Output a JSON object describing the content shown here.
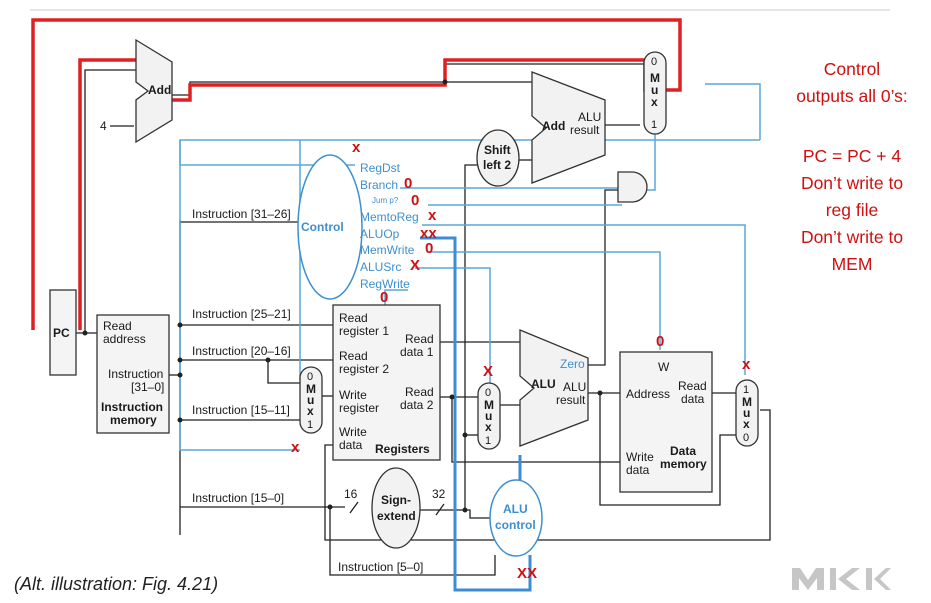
{
  "components": {
    "pc": "PC",
    "add_top": "Add",
    "const_four": "4",
    "instruction_memory": {
      "read_address": [
        "Read",
        "address"
      ],
      "instruction": [
        "Instruction",
        "[31–0]"
      ],
      "name": [
        "Instruction",
        "memory"
      ]
    },
    "control": "Control",
    "shift_left": [
      "Shift",
      "left 2"
    ],
    "add_branch": "Add",
    "add_branch_result": [
      "ALU",
      "result"
    ],
    "registers": {
      "read_reg1": [
        "Read",
        "register 1"
      ],
      "read_reg2": [
        "Read",
        "register 2"
      ],
      "write_reg": [
        "Write",
        "register"
      ],
      "write_data": [
        "Write",
        "data"
      ],
      "read_data1": [
        "Read",
        "data 1"
      ],
      "read_data2": [
        "Read",
        "data 2"
      ],
      "name": "Registers"
    },
    "alu": "ALU",
    "alu_result": [
      "ALU",
      "result"
    ],
    "zero": "Zero",
    "data_memory": {
      "address": "Address",
      "read_data": [
        "Read",
        "data"
      ],
      "write_data": [
        "Write",
        "data"
      ],
      "name": [
        "Data",
        "memory"
      ]
    },
    "sign_extend": [
      "Sign-",
      "extend"
    ],
    "bits_16": "16",
    "bits_32": "32",
    "alu_control": [
      "ALU",
      "control"
    ],
    "mux_top": [
      "0",
      "M",
      "u",
      "x",
      "1"
    ],
    "mux_reg": [
      "0",
      "M",
      "u",
      "x",
      "1"
    ],
    "mux_alu": [
      "0",
      "M",
      "u",
      "x",
      "1"
    ],
    "mux_mem": [
      "1",
      "M",
      "u",
      "x",
      "0"
    ]
  },
  "instruction_fields": {
    "f31_26": "Instruction [31–26]",
    "f25_21": "Instruction [25–21]",
    "f20_16": "Instruction [20–16]",
    "f15_11": "Instruction [15–11]",
    "f15_0": "Instruction [15–0]",
    "f5_0": "Instruction [5–0]"
  },
  "control_signals": {
    "regdst": "RegDst",
    "branch": "Branch",
    "jump": "Jum p?",
    "memtoreg": "MemtoReg",
    "aluop": "ALUOp",
    "memwrite": "MemWrite",
    "alusrc": "ALUSrc",
    "regwrite": "RegWrite"
  },
  "annotations": {
    "regdst": "x",
    "branch": "0",
    "jump": "0",
    "memtoreg": "x",
    "aluop": "xx",
    "memwrite": "0",
    "alusrc": "X",
    "regwrite": "0",
    "reg_write_mux": "x",
    "alu_src_mux": "X",
    "mem_write": "0",
    "mem_write_label": "W",
    "mem_mux": "x",
    "alu_control_op": "XX"
  },
  "note": {
    "lines": [
      "Control",
      "outputs all 0’s:",
      "",
      "PC = PC + 4",
      "Don’t write to",
      "reg file",
      "Don’t write to",
      "MEM"
    ]
  },
  "caption": "(Alt. illustration: Fig. 4.21)",
  "colors": {
    "highlight_path": "#e02020",
    "control_wire": "#5aa7dc",
    "annotation": "#d01010"
  }
}
